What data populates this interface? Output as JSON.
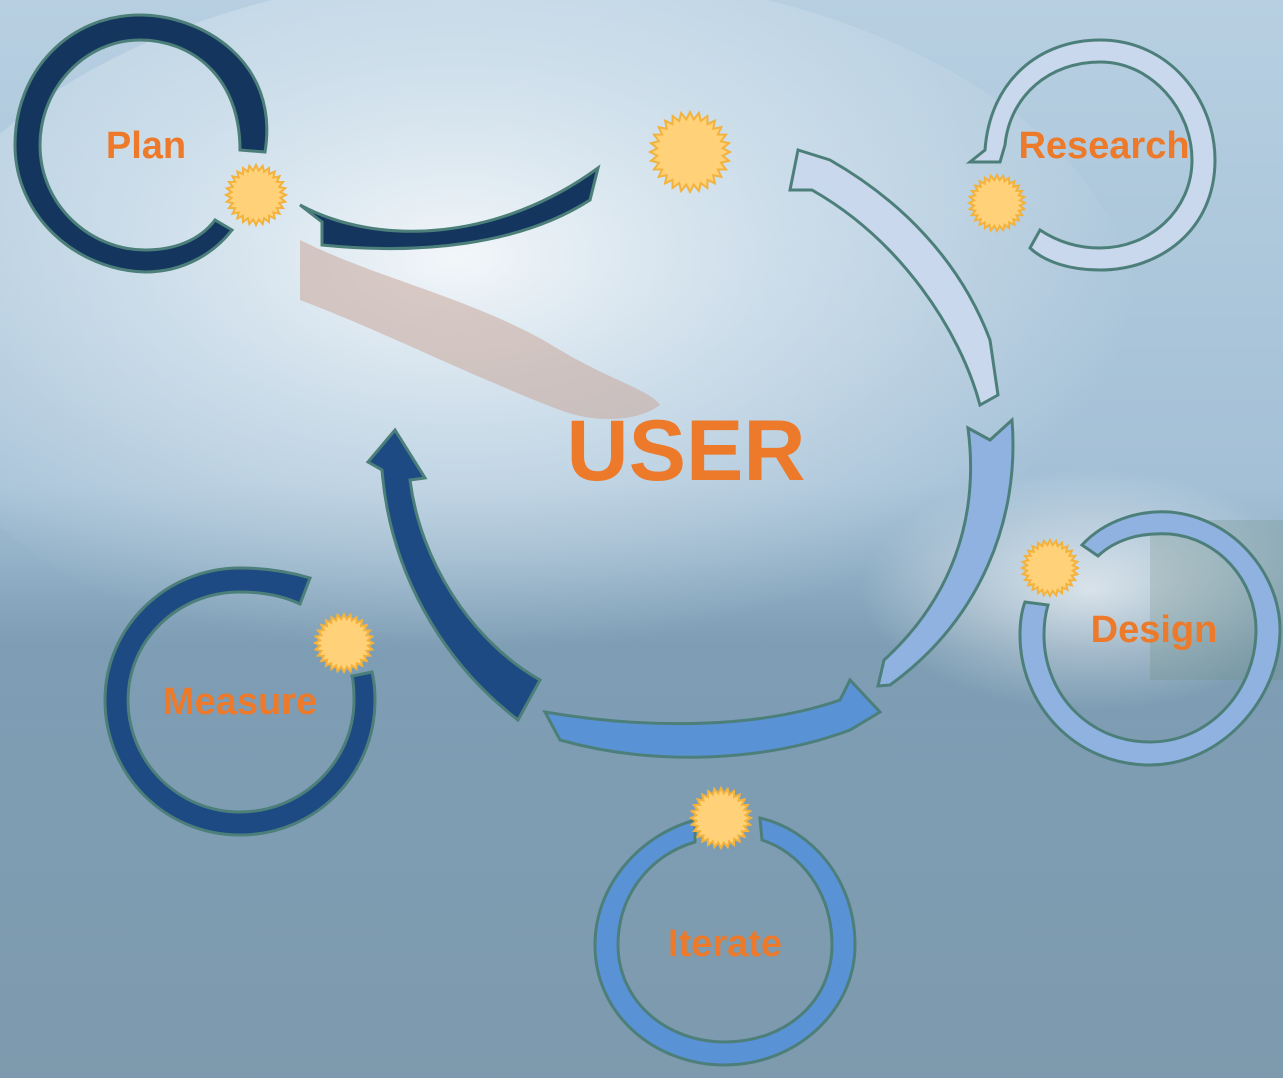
{
  "center_label": "USER",
  "stages": {
    "plan": "Plan",
    "research": "Research",
    "design": "Design",
    "iterate": "Iterate",
    "measure": "Measure"
  },
  "colors": {
    "label": "#ec7a2a",
    "plan": "#14365e",
    "research": "#c9d8ec",
    "design": "#8fb2e0",
    "iterate": "#5a92d6",
    "measure": "#1d4a82",
    "sun_fill": "#ffd27a",
    "sun_stroke": "#f3b23c",
    "outline": "#4d7f7a"
  },
  "background": "water-splash-swimmer-photo",
  "icons": {
    "sun": "sun-icon"
  }
}
